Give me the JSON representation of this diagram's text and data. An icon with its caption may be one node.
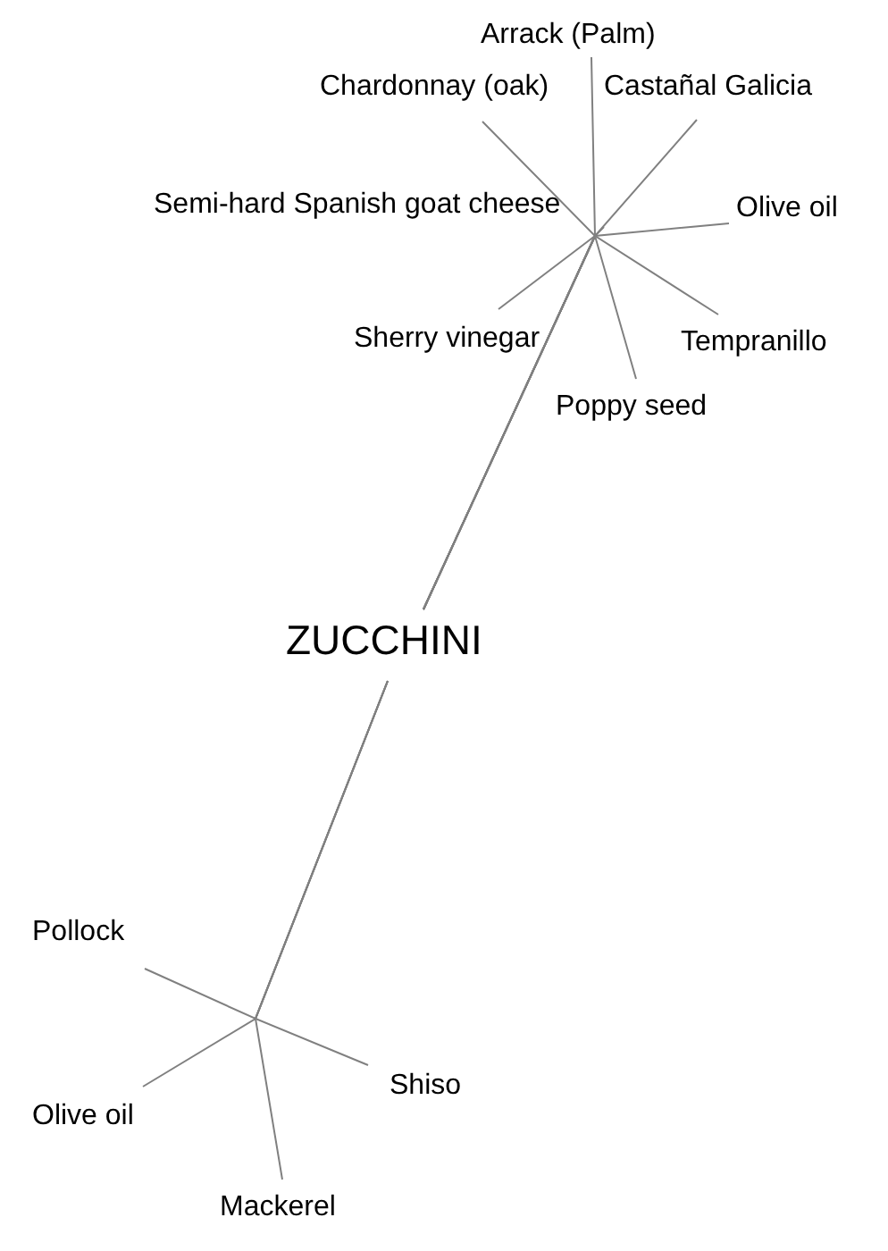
{
  "diagram": {
    "nodes": [
      {
        "text": [
          "Arrack (Palm)"
        ]
      },
      {
        "text": [
          "Chardonnay (oak)"
        ]
      },
      {
        "text": [
          "Castañal Galicia"
        ]
      },
      {
        "text": [
          "Semi-hard Spanish goat cheese"
        ]
      },
      {
        "text": [
          "Olive oil"
        ]
      },
      {
        "text": [
          "Sherry vinegar"
        ]
      },
      {
        "text": [
          "Tempranillo"
        ]
      },
      {
        "text": [
          "Poppy seed"
        ]
      },
      {
        "text": [
          "ZUCCHINI"
        ]
      },
      {
        "text": [
          "Pollock"
        ]
      },
      {
        "text": [
          "Olive oil"
        ]
      },
      {
        "text": [
          "Shiso"
        ]
      },
      {
        "text": [
          "Mackerel"
        ]
      }
    ],
    "edges": [
      {
        "from": 8,
        "to": 0,
        "arrow": "none"
      },
      {
        "from": 8,
        "to": 1,
        "arrow": "none"
      },
      {
        "from": 8,
        "to": 2,
        "arrow": "none"
      },
      {
        "from": 8,
        "to": 3,
        "arrow": "none"
      },
      {
        "from": 8,
        "to": 4,
        "arrow": "none"
      },
      {
        "from": 8,
        "to": 5,
        "arrow": "none"
      },
      {
        "from": 8,
        "to": 6,
        "arrow": "none"
      },
      {
        "from": 8,
        "to": 7,
        "arrow": "none"
      },
      {
        "from": 8,
        "to": 9,
        "arrow": "none"
      },
      {
        "from": 8,
        "to": 10,
        "arrow": "none"
      },
      {
        "from": 8,
        "to": 11,
        "arrow": "none"
      },
      {
        "from": 8,
        "to": 12,
        "arrow": "none"
      }
    ]
  }
}
